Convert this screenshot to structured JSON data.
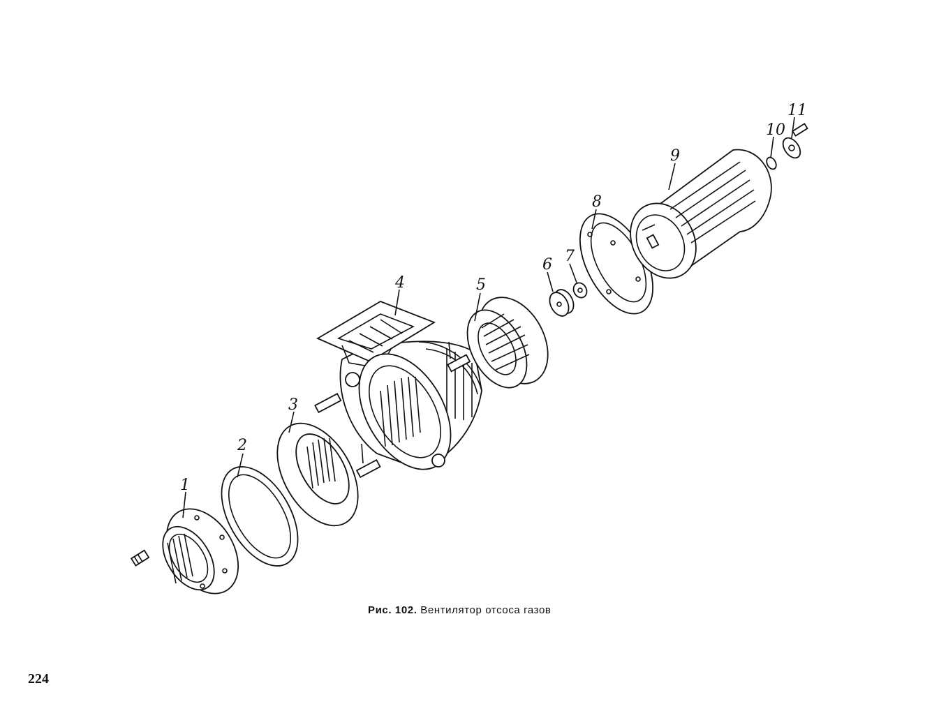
{
  "figure": {
    "callouts": [
      "1",
      "2",
      "3",
      "4",
      "5",
      "6",
      "7",
      "8",
      "9",
      "10",
      "11"
    ],
    "caption_lead": "Рис. 102.",
    "caption_text": "Вентилятор отсоса газов"
  },
  "page": {
    "number": "224"
  }
}
